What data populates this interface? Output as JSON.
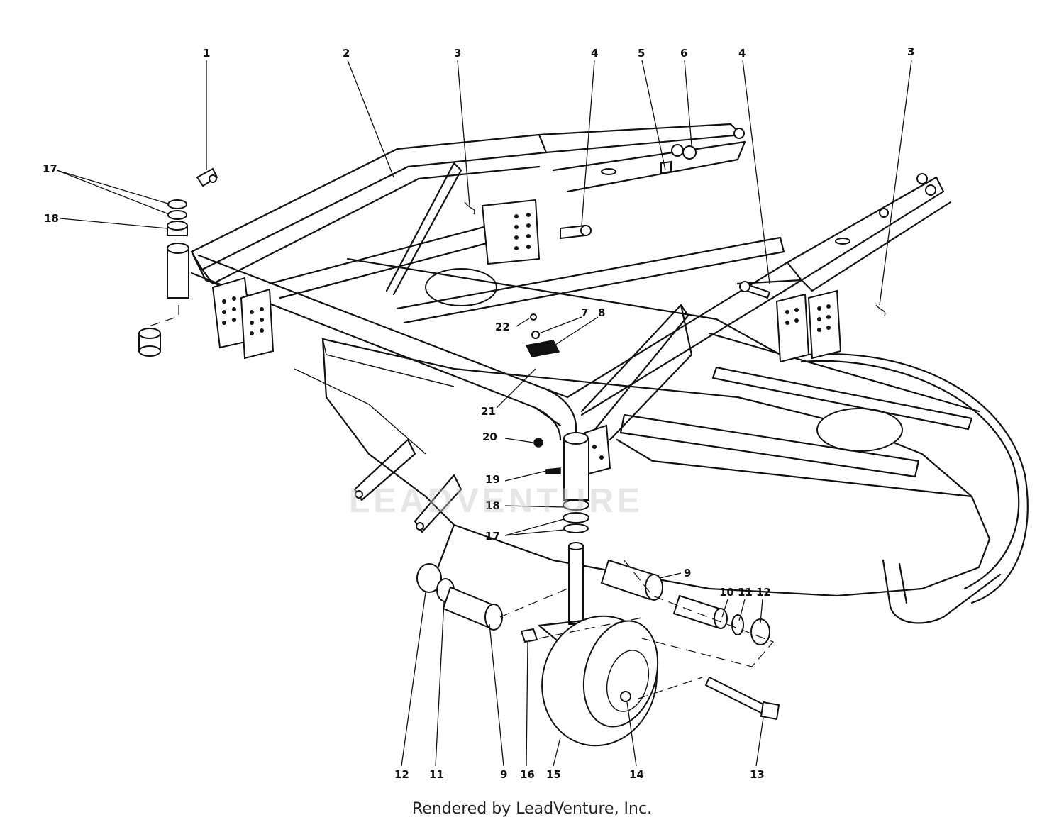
{
  "callouts": {
    "c1": "1",
    "c2": "2",
    "c3a": "3",
    "c3b": "3",
    "c4a": "4",
    "c4b": "4",
    "c5": "5",
    "c6": "6",
    "c7": "7",
    "c8": "8",
    "c9a": "9",
    "c9b": "9",
    "c10": "10",
    "c11a": "11",
    "c11b": "11",
    "c12a": "12",
    "c12b": "12",
    "c13": "13",
    "c14": "14",
    "c15": "15",
    "c16": "16",
    "c17a": "17",
    "c17b": "17",
    "c18a": "18",
    "c18b": "18",
    "c19": "19",
    "c20": "20",
    "c21": "21",
    "c22": "22"
  },
  "watermark": "LEADVENTURE",
  "footer": "Rendered by LeadVenture, Inc."
}
